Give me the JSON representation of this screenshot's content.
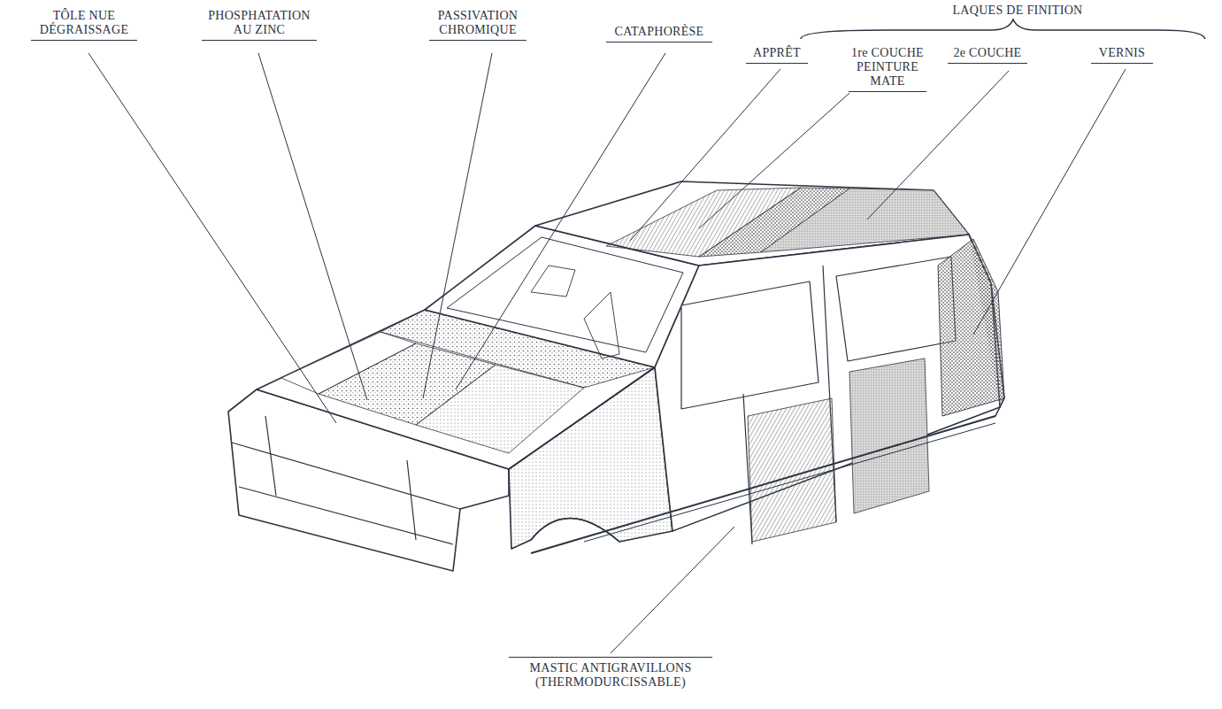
{
  "diagram": {
    "labels": [
      "TÔLE NUE DÉGRAISSAGE",
      "PHOSPHATATION AU ZINC",
      "PASSIVATION CHROMIQUE",
      "CATAPHORÈSE",
      "LAQUES DE FINITION",
      "APPRÊT",
      "1re COUCHE PEINTURE MATE",
      "2e COUCHE",
      "VERNIS",
      "MASTIC ANTIGRAVILLONS (THERMODURCISSABLE)"
    ]
  }
}
